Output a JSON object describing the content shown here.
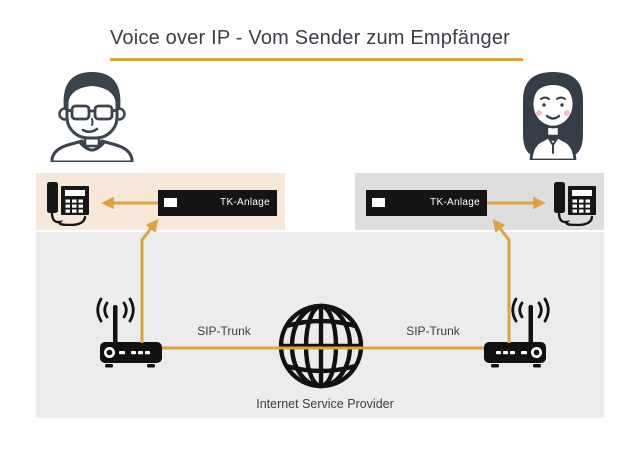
{
  "title": "Voice over IP - Vom Sender zum Empfänger",
  "colors": {
    "accent_orange": "#dfa23e",
    "sender_panel": "#f8e8da",
    "receiver_panel": "#dedede",
    "network_panel": "#ececec",
    "device_black": "#141414",
    "text_dark": "#3c4047",
    "avatar_ink": "#3a434e",
    "cheek_pink": "#f3c1c1"
  },
  "sender": {
    "avatar_icon": "man-with-glasses-avatar-icon",
    "phone_icon": "desk-phone-icon",
    "router_icon": "wifi-router-icon",
    "pbx_label": "TK-Anlage",
    "trunk_label": "SIP-Trunk"
  },
  "receiver": {
    "avatar_icon": "woman-avatar-icon",
    "phone_icon": "desk-phone-icon",
    "router_icon": "wifi-router-icon",
    "pbx_label": "TK-Anlage",
    "trunk_label": "SIP-Trunk"
  },
  "network": {
    "icon": "globe-icon",
    "provider_label": "Internet Service Provider"
  }
}
